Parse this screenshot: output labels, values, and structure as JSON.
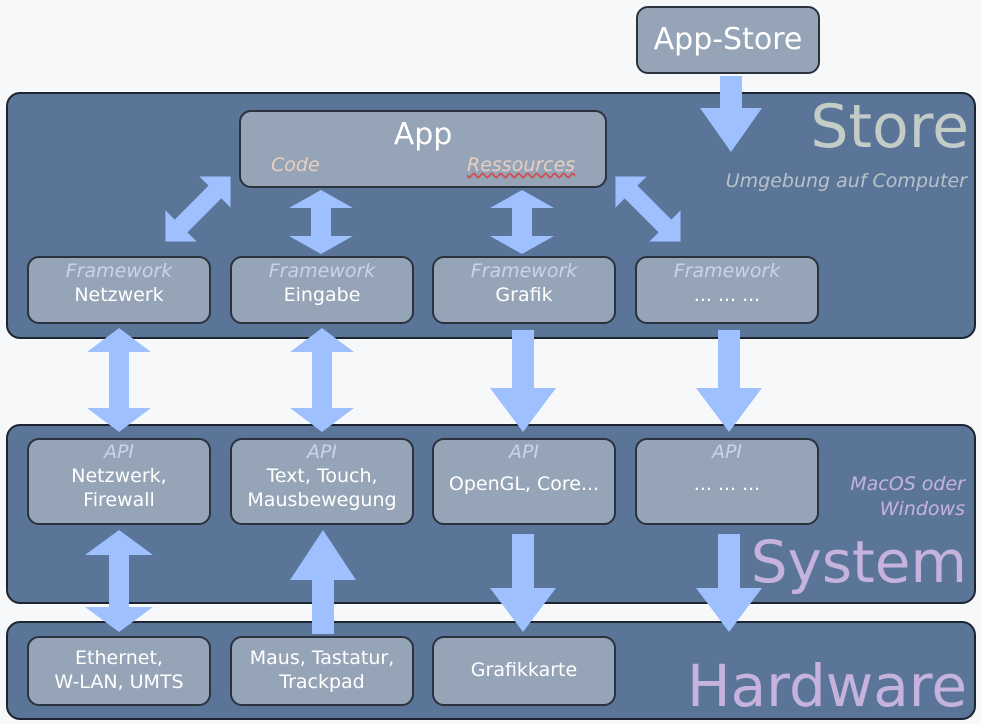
{
  "store_badge": "App-Store",
  "layers": {
    "store": {
      "title": "Store",
      "subtitle": "Umgebung auf Computer"
    },
    "system": {
      "title": "System",
      "subtitle_line1": "MacOS oder",
      "subtitle_line2": "Windows"
    },
    "hardware": {
      "title": "Hardware"
    }
  },
  "app": {
    "title": "App",
    "code": "Code",
    "resources": "Ressources"
  },
  "frameworks": [
    {
      "kind": "Framework",
      "label": "Netzwerk"
    },
    {
      "kind": "Framework",
      "label": "Eingabe"
    },
    {
      "kind": "Framework",
      "label": "Grafik"
    },
    {
      "kind": "Framework",
      "label": "... ... ..."
    }
  ],
  "apis": [
    {
      "kind": "API",
      "line1": "Netzwerk,",
      "line2": "Firewall"
    },
    {
      "kind": "API",
      "line1": "Text, Touch,",
      "line2": "Mausbewegung"
    },
    {
      "kind": "API",
      "line1": "OpenGL, Core...",
      "line2": ""
    },
    {
      "kind": "API",
      "line1": "... ... ...",
      "line2": ""
    }
  ],
  "hardware_items": [
    {
      "line1": "Ethernet,",
      "line2": "W-LAN, UMTS"
    },
    {
      "line1": "Maus, Tastatur,",
      "line2": "Trackpad"
    },
    {
      "line1": "Grafikkarte",
      "line2": ""
    }
  ],
  "colors": {
    "layer_fill": "#5a7598",
    "box_fill": "#95a4b6",
    "arrow": "#9ec0ff",
    "store_title": "#c3ccc6",
    "system_title": "#c6b3dd",
    "hardware_title": "#c6b3dd"
  }
}
